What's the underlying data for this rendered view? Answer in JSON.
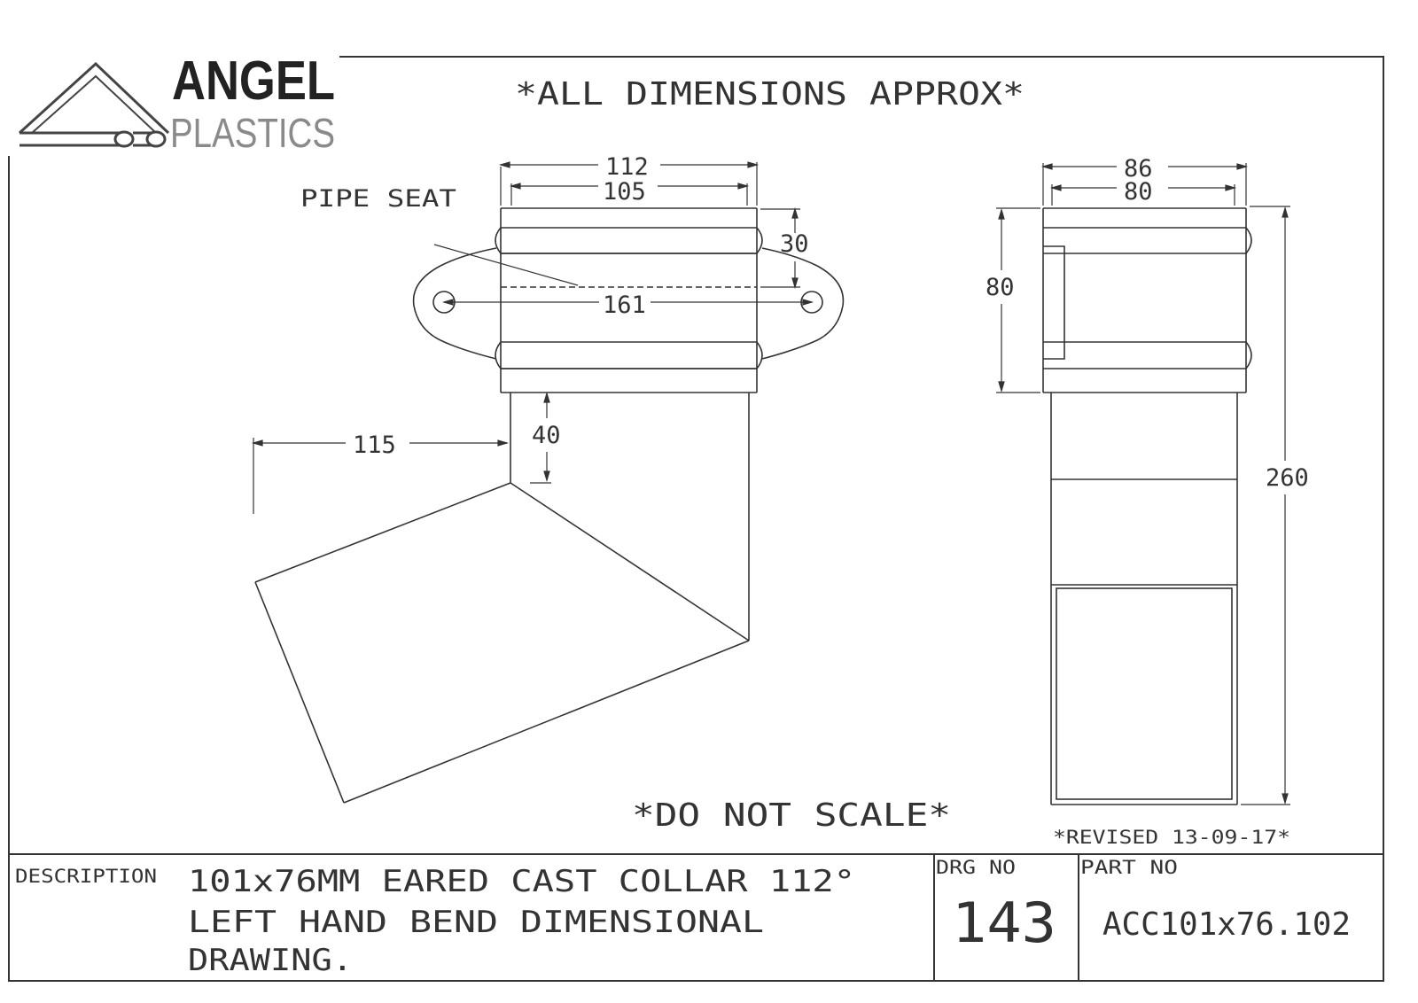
{
  "logo": {
    "line1": "ANGEL",
    "line2": "PLASTICS",
    "color_dark": "#222222",
    "color_grey": "#8a8a8a"
  },
  "notes": {
    "approx": "*ALL DIMENSIONS APPROX*",
    "scale": "*DO NOT SCALE*",
    "revised": "*REVISED 13-09-17*"
  },
  "front_view": {
    "dim_outer_width": "112",
    "dim_inner_width": "105",
    "dim_collar_height": "30",
    "dim_ear_span": "161",
    "dim_offset": "115",
    "dim_spigot": "40",
    "callout": "PIPE SEAT"
  },
  "side_view": {
    "dim_outer_width": "86",
    "dim_inner_width": "80",
    "dim_collar_height": "80",
    "dim_total_height": "260"
  },
  "title_block": {
    "description_label": "DESCRIPTION",
    "description_line1": "101x76MM EARED CAST COLLAR 112°",
    "description_line2": "LEFT HAND BEND DIMENSIONAL",
    "description_line3": "DRAWING.",
    "drg_no_label": "DRG NO",
    "drg_no": "143",
    "part_no_label": "PART NO",
    "part_no": "ACC101x76.102"
  }
}
